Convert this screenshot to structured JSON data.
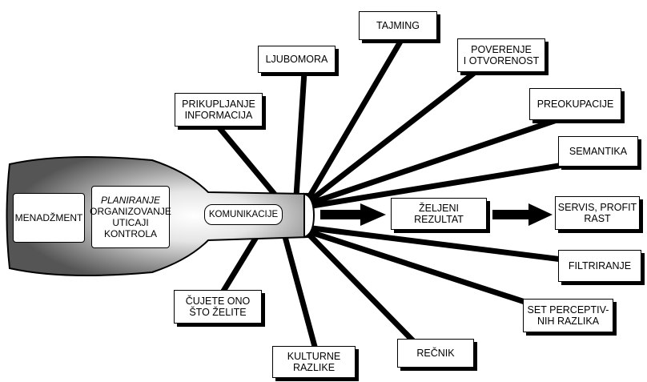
{
  "labels": {
    "menadzment": "MENADŽMENT",
    "planiranje": "PLANIRANJE",
    "organizovanje": "ORGANIZOVANJE",
    "uticaji": "UTICAJI",
    "kontrola": "KONTROLA",
    "komunikacije": "KOMUNIKACIJE",
    "zeljeni_rezultat": "ŽELJENI\nREZULTAT",
    "servis_profit_rast": "SERVIS, PROFIT\nRAST",
    "tajming": "TAJMING",
    "ljubomora": "LJUBOMORA",
    "prikupljanje": "PRIKUPLJANJE\nINFORMACIJA",
    "poverenje": "POVERENJE\nI OTVORENOST",
    "preokupacije": "PREOKUPACIJE",
    "semantika": "SEMANTIKA",
    "filtriranje": "FILTRIRANJE",
    "set_perceptivnih": "SET PERCEPTIV-\nNIH RAZLIKA",
    "recnik": "REČNIK",
    "kulturne_razlike": "KULTURNE\nRAZLIKE",
    "cujete": "ČUJETE ONO\nŠTO ŽELITE"
  },
  "colors": {
    "bottle_dark": "#5a5a5a",
    "bottle_light": "#ffffff",
    "line": "#000000"
  }
}
